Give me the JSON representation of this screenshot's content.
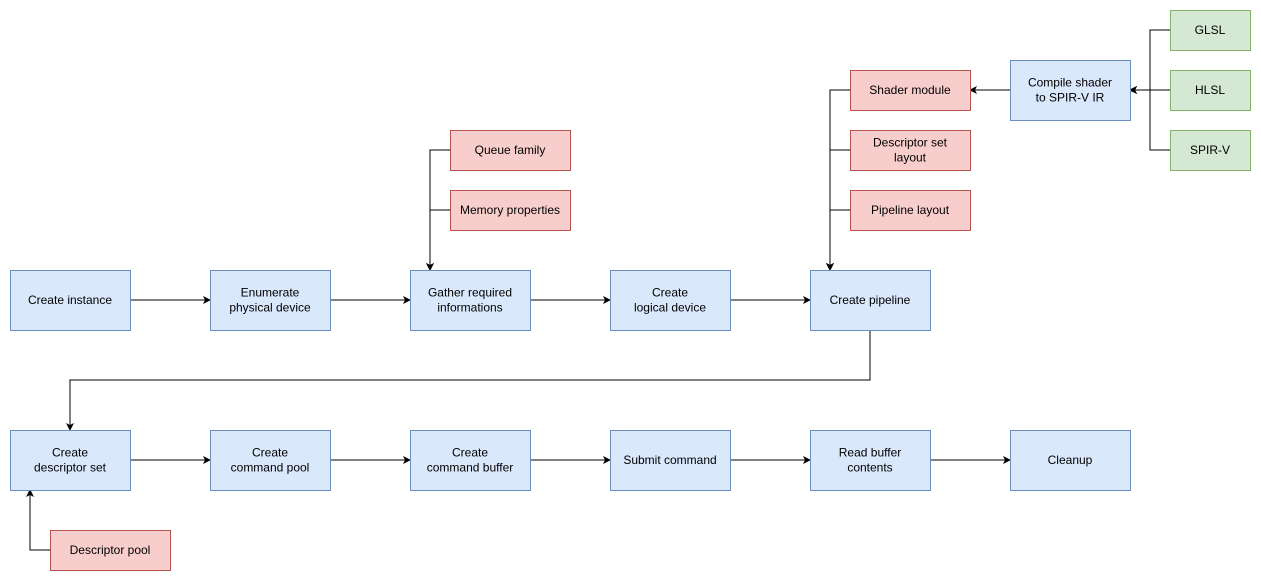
{
  "colors": {
    "blue_fill": "#dae8fc",
    "blue_stroke": "#6c8ebf",
    "red_fill": "#f8cecc",
    "red_stroke": "#b85450",
    "green_fill": "#d5e8d4",
    "green_stroke": "#82b366",
    "edge": "#000000"
  },
  "nodes": {
    "create_instance": {
      "lines": [
        "Create instance"
      ],
      "style": "blue"
    },
    "enumerate_physical_device": {
      "lines": [
        "Enumerate",
        "physical device"
      ],
      "style": "blue"
    },
    "gather_required_informations": {
      "lines": [
        "Gather required",
        "informations"
      ],
      "style": "blue"
    },
    "create_logical_device": {
      "lines": [
        "Create",
        "logical device"
      ],
      "style": "blue"
    },
    "create_pipeline": {
      "lines": [
        "Create pipeline"
      ],
      "style": "blue"
    },
    "compile_shader": {
      "lines": [
        "Compile shader",
        "to SPIR-V IR"
      ],
      "style": "blue"
    },
    "create_descriptor_set": {
      "lines": [
        "Create",
        "descriptor set"
      ],
      "style": "blue"
    },
    "create_command_pool": {
      "lines": [
        "Create",
        "command pool"
      ],
      "style": "blue"
    },
    "create_command_buffer": {
      "lines": [
        "Create",
        "command buffer"
      ],
      "style": "blue"
    },
    "submit_command": {
      "lines": [
        "Submit command"
      ],
      "style": "blue"
    },
    "read_buffer_contents": {
      "lines": [
        "Read buffer",
        "contents"
      ],
      "style": "blue"
    },
    "cleanup": {
      "lines": [
        "Cleanup"
      ],
      "style": "blue"
    },
    "queue_family": {
      "lines": [
        "Queue family"
      ],
      "style": "red"
    },
    "memory_properties": {
      "lines": [
        "Memory properties"
      ],
      "style": "red"
    },
    "shader_module": {
      "lines": [
        "Shader module"
      ],
      "style": "red"
    },
    "descriptor_set_layout": {
      "lines": [
        "Descriptor set",
        "layout"
      ],
      "style": "red"
    },
    "pipeline_layout": {
      "lines": [
        "Pipeline layout"
      ],
      "style": "red"
    },
    "descriptor_pool": {
      "lines": [
        "Descriptor pool"
      ],
      "style": "red"
    },
    "glsl": {
      "lines": [
        "GLSL"
      ],
      "style": "green"
    },
    "hlsl": {
      "lines": [
        "HLSL"
      ],
      "style": "green"
    },
    "spirv": {
      "lines": [
        "SPIR-V"
      ],
      "style": "green"
    }
  },
  "edges": [
    [
      "create_instance",
      "enumerate_physical_device"
    ],
    [
      "enumerate_physical_device",
      "gather_required_informations"
    ],
    [
      "gather_required_informations",
      "create_logical_device"
    ],
    [
      "create_logical_device",
      "create_pipeline"
    ],
    [
      "queue_family",
      "gather_required_informations"
    ],
    [
      "memory_properties",
      "gather_required_informations"
    ],
    [
      "shader_module",
      "create_pipeline"
    ],
    [
      "descriptor_set_layout",
      "create_pipeline"
    ],
    [
      "pipeline_layout",
      "create_pipeline"
    ],
    [
      "compile_shader",
      "shader_module"
    ],
    [
      "glsl",
      "compile_shader"
    ],
    [
      "hlsl",
      "compile_shader"
    ],
    [
      "spirv",
      "compile_shader"
    ],
    [
      "create_pipeline",
      "create_descriptor_set"
    ],
    [
      "create_descriptor_set",
      "create_command_pool"
    ],
    [
      "create_command_pool",
      "create_command_buffer"
    ],
    [
      "create_command_buffer",
      "submit_command"
    ],
    [
      "submit_command",
      "read_buffer_contents"
    ],
    [
      "read_buffer_contents",
      "cleanup"
    ],
    [
      "descriptor_pool",
      "create_descriptor_set"
    ]
  ]
}
